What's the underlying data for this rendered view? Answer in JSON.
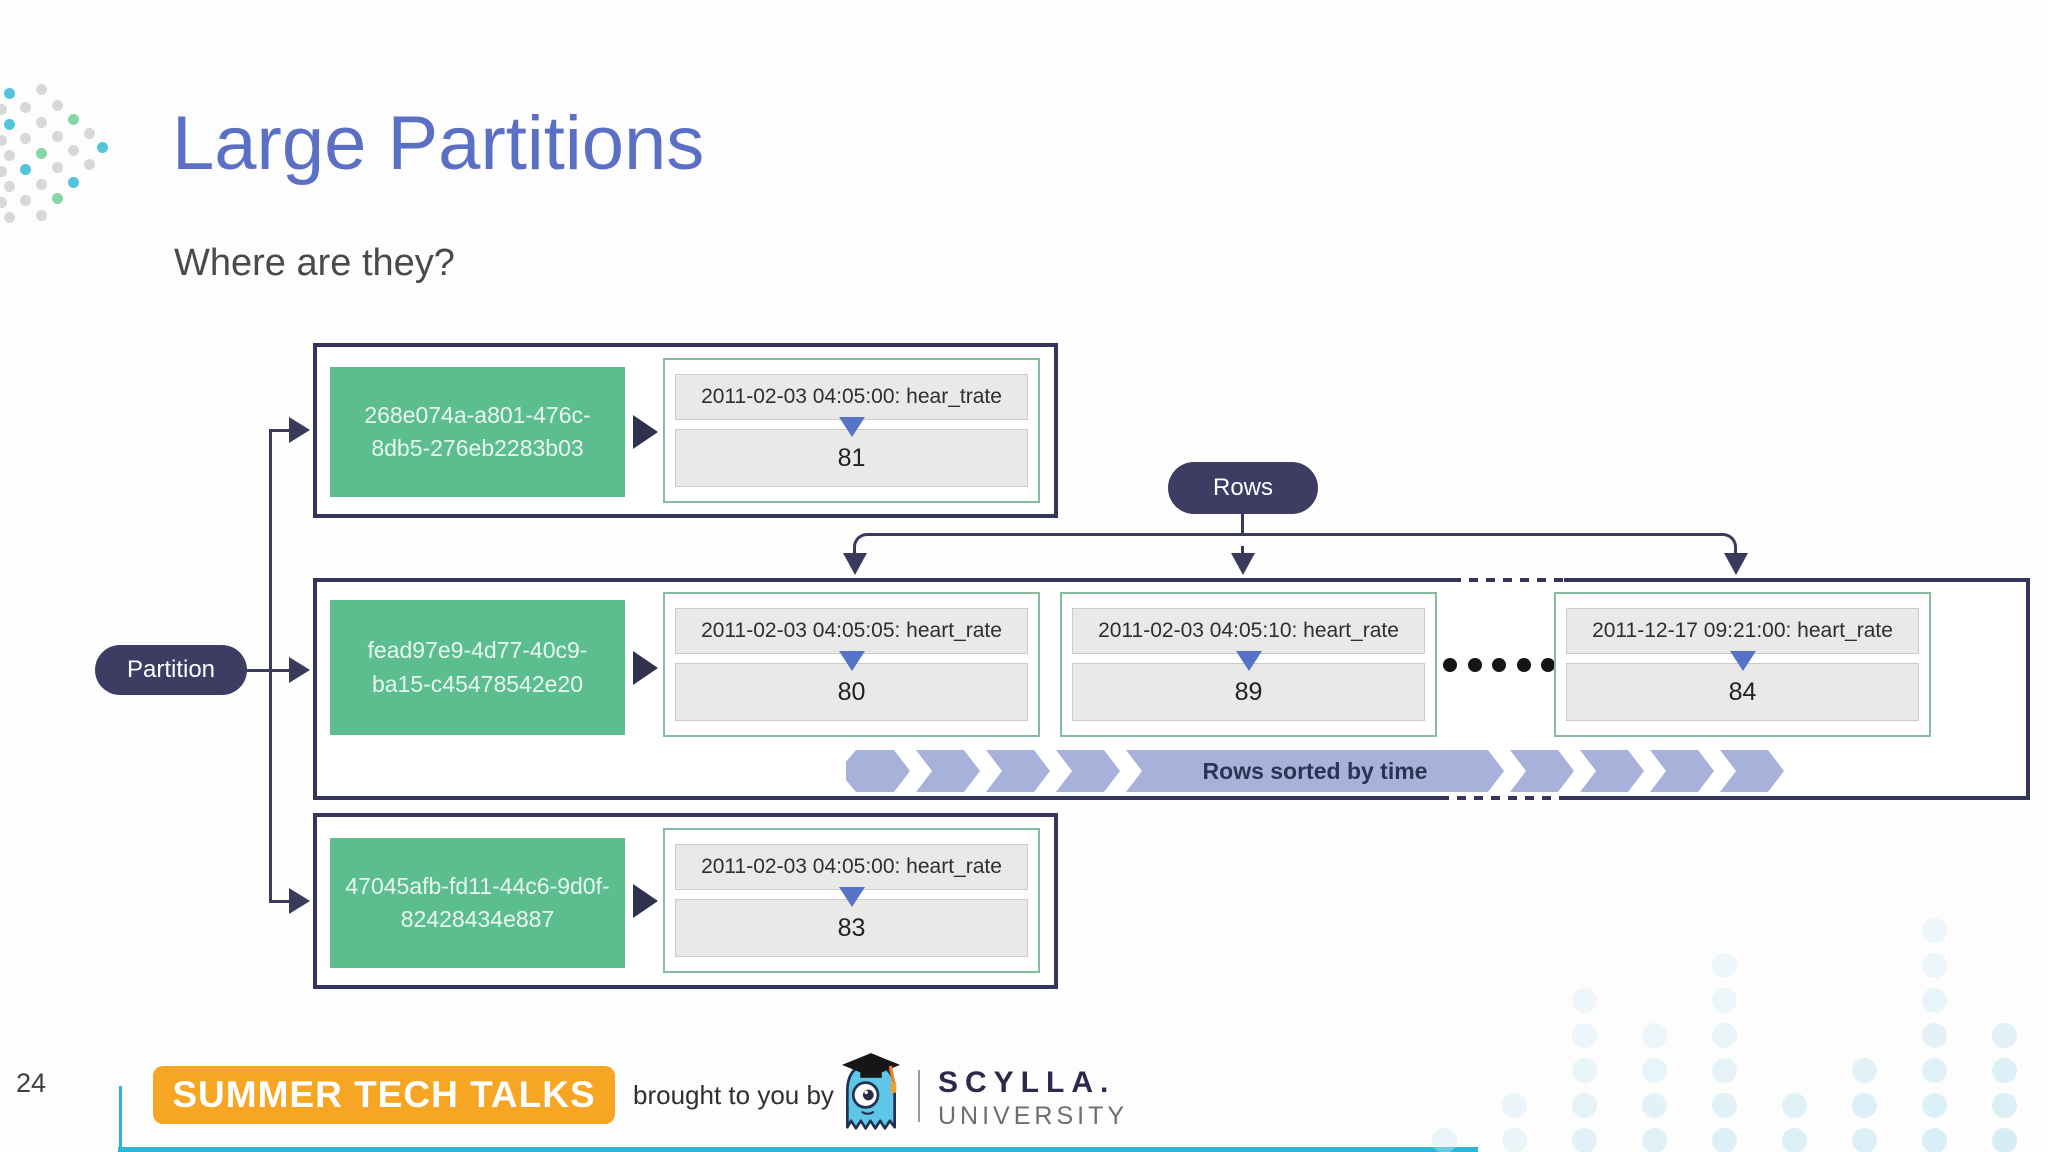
{
  "slide": {
    "title": "Large Partitions",
    "subtitle": "Where are they?",
    "page_number": "24"
  },
  "labels": {
    "partition": "Partition",
    "rows": "Rows",
    "rows_sorted": "Rows sorted by time"
  },
  "partitions": [
    {
      "key": "268e074a-a801-476c-8db5-276eb2283b03",
      "rows": [
        {
          "header": "2011-02-03 04:05:00: hear_trate",
          "value": "81"
        }
      ]
    },
    {
      "key": "fead97e9-4d77-40c9-ba15-c45478542e20",
      "rows": [
        {
          "header": "2011-02-03 04:05:05: heart_rate",
          "value": "80"
        },
        {
          "header": "2011-02-03 04:05:10: heart_rate",
          "value": "89"
        },
        {
          "header": "2011-12-17 09:21:00: heart_rate",
          "value": "84"
        }
      ]
    },
    {
      "key": "47045afb-fd11-44c6-9d0f-82428434e887",
      "rows": [
        {
          "header": "2011-02-03 04:05:00: heart_rate",
          "value": "83"
        }
      ]
    }
  ],
  "footer": {
    "banner_label": "SUMMER TECH TALKS",
    "brought_text": "brought to you by",
    "brand": "SCYLLA.",
    "brand_sub": "UNIVERSITY"
  },
  "colors": {
    "title_blue": "#5b70c5",
    "navy": "#35345a",
    "green_cell": "#5cbe8e",
    "cell_border_sage": "#87bb9f",
    "chevron_periwinkle": "#a7b2db",
    "banner_orange": "#f6a623",
    "teal_accent": "#2ab7d9",
    "decor_gray": "#d8d8d8",
    "decor_teal": "#52c5da",
    "decor_green": "#84d6a6",
    "decor_lightblue": "#cde9f4"
  }
}
